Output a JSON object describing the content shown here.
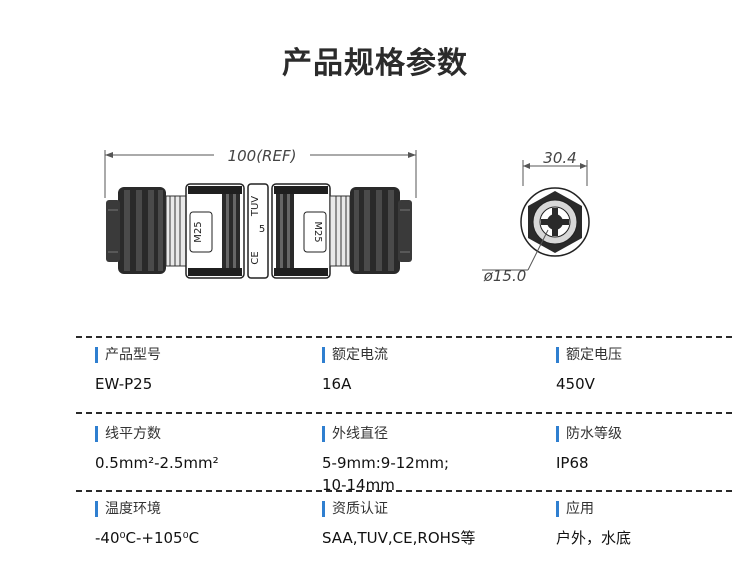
{
  "title": "产品规格参数",
  "drawing": {
    "length_label": "100(REF)",
    "width_label": "30.4",
    "diameter_label": "ø15.0",
    "thread_label": "M25",
    "center_mark_1": "TUV",
    "center_mark_2": "5",
    "center_mark_3": "CE"
  },
  "specs": [
    {
      "label": "产品型号",
      "value": "EW-P25"
    },
    {
      "label": "额定电流",
      "value": "16A"
    },
    {
      "label": "额定电压",
      "value": "450V"
    },
    {
      "label": "线平方数",
      "value": "0.5mm²-2.5mm²"
    },
    {
      "label": "外线直径",
      "value": "5-9mm:9-12mm;",
      "value2": "10-14mm"
    },
    {
      "label": "防水等级",
      "value": "IP68"
    },
    {
      "label": "温度环境",
      "value": "-40⁰C-+105⁰C"
    },
    {
      "label": "资质认证",
      "value": "SAA,TUV,CE,ROHS等"
    },
    {
      "label": "应用",
      "value": "户外，水底"
    }
  ]
}
